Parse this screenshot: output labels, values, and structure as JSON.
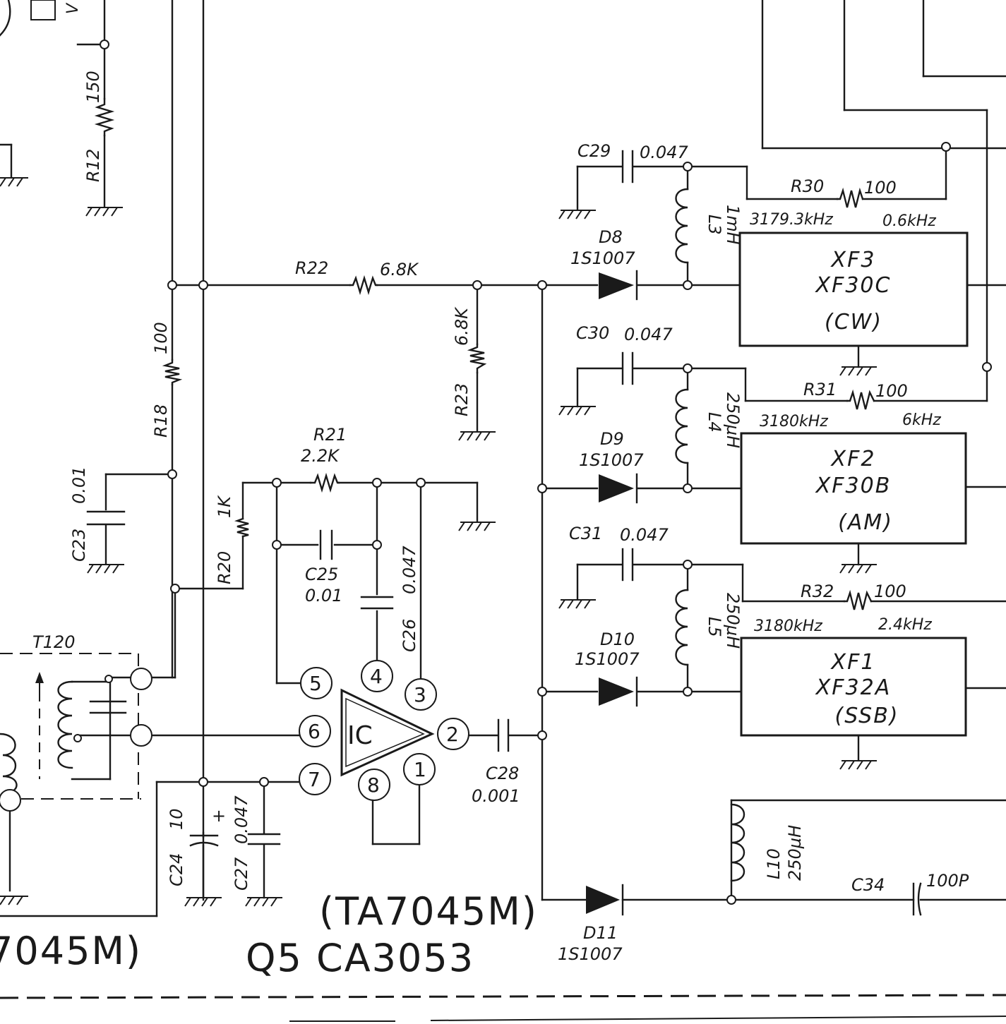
{
  "components": {
    "r12": {
      "ref": "R12",
      "value": "150"
    },
    "r18": {
      "ref": "R18",
      "value": "100"
    },
    "r20": {
      "ref": "R20",
      "value": "1K"
    },
    "r21": {
      "ref": "R21",
      "value": "2.2K"
    },
    "r22": {
      "ref": "R22",
      "value": "6.8K"
    },
    "r23": {
      "ref": "R23",
      "value": "6.8K"
    },
    "r30": {
      "ref": "R30",
      "value": "100"
    },
    "r31": {
      "ref": "R31",
      "value": "100"
    },
    "r32": {
      "ref": "R32",
      "value": "100"
    },
    "c23": {
      "ref": "C23",
      "value": "0.01"
    },
    "c24": {
      "ref": "C24",
      "value": "10"
    },
    "c25": {
      "ref": "C25",
      "value": "0.01"
    },
    "c26": {
      "ref": "C26",
      "value": "0.047"
    },
    "c27": {
      "ref": "C27",
      "value": "0.047"
    },
    "c28": {
      "ref": "C28",
      "value": "0.001"
    },
    "c29": {
      "ref": "C29",
      "value": "0.047"
    },
    "c30": {
      "ref": "C30",
      "value": "0.047"
    },
    "c31": {
      "ref": "C31",
      "value": "0.047"
    },
    "c34": {
      "ref": "C34",
      "value": "100P"
    },
    "l3": {
      "ref": "L3",
      "value": "1mH"
    },
    "l4": {
      "ref": "L4",
      "value": "250µH"
    },
    "l5": {
      "ref": "L5",
      "value": "250µH"
    },
    "l10": {
      "ref": "L10",
      "value": "250µH"
    },
    "d8": {
      "ref": "D8",
      "value": "1S1007"
    },
    "d9": {
      "ref": "D9",
      "value": "1S1007"
    },
    "d10": {
      "ref": "D10",
      "value": "1S1007"
    },
    "d11": {
      "ref": "D11",
      "value": "1S1007"
    },
    "t120": {
      "ref": "T120"
    }
  },
  "filters": [
    {
      "id": "xf3",
      "ref": "XF3",
      "model": "XF30C",
      "mode": "(CW)",
      "freq": "3179.3kHz",
      "bandwidth": "0.6kHz"
    },
    {
      "id": "xf2",
      "ref": "XF2",
      "model": "XF30B",
      "mode": "(AM)",
      "freq": "3180kHz",
      "bandwidth": "6kHz"
    },
    {
      "id": "xf1",
      "ref": "XF1",
      "model": "XF32A",
      "mode": "(SSB)",
      "freq": "3180kHz",
      "bandwidth": "2.4kHz"
    }
  ],
  "ic": {
    "label": "IC",
    "pins": [
      "1",
      "2",
      "3",
      "4",
      "5",
      "6",
      "7",
      "8"
    ],
    "part_alt": "(TA7045M)",
    "part_main": "Q5 CA3053",
    "part_left_fragment": "7045M)"
  },
  "top_fragment": "V"
}
